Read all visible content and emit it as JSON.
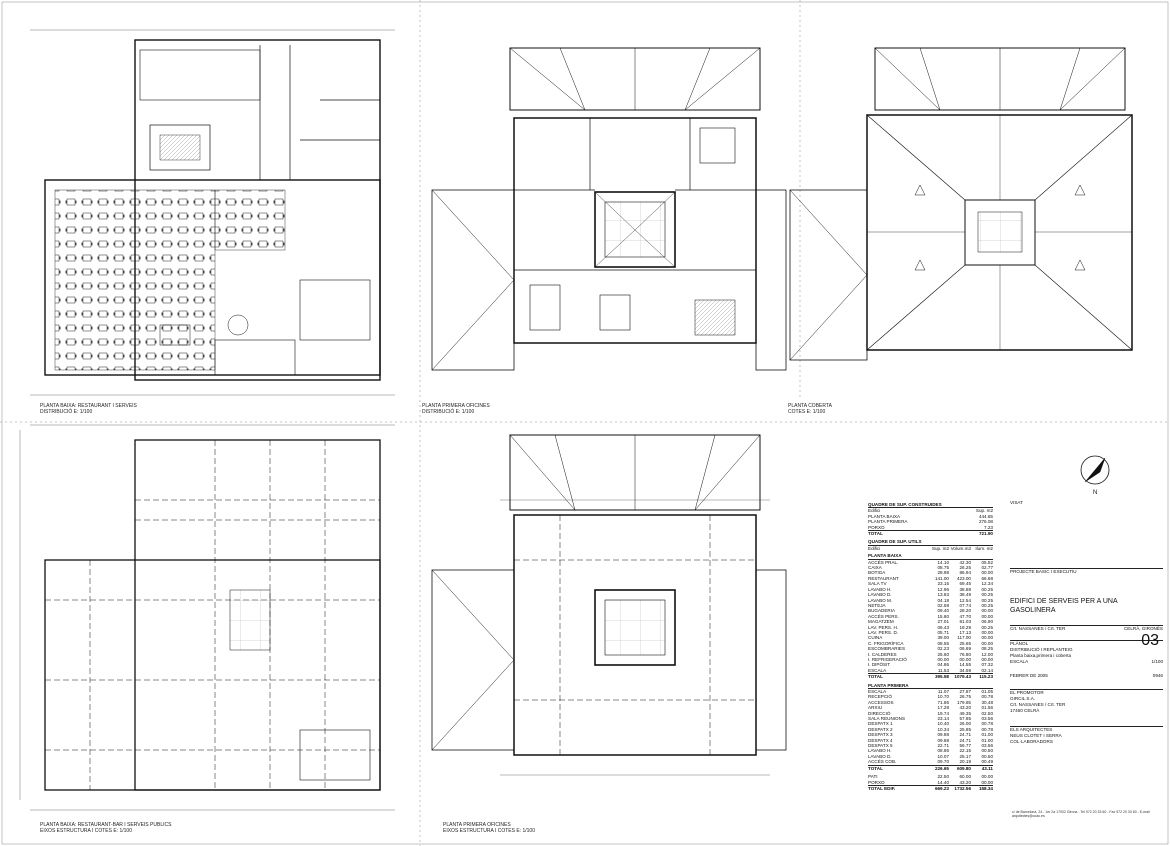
{
  "drawings": [
    {
      "title": "PLANTA BAIXA: RESTAURANT I SERVEIS",
      "subtitle": "DISTRIBUCIÓ E: 1/100"
    },
    {
      "title": "PLANTA PRIMERA OFICINES",
      "subtitle": "DISTRIBUCIÓ E: 1/100"
    },
    {
      "title": "PLANTA COBERTA",
      "subtitle": "COTES E: 1/100"
    },
    {
      "title": "PLANTA BAIXA: RESTAURANT-BAR I SERVEIS PUBLICS",
      "subtitle": "EIXOS ESTRUCTURA I COTES E: 1/100"
    },
    {
      "title": "PLANTA PRIMERA OFICINES",
      "subtitle": "EIXOS ESTRUCTURA I COTES E: 1/100"
    }
  ],
  "schedule": {
    "built_header": "QUADRE DE SUP. CONSTRUIDES",
    "built_cols": [
      "Edifici",
      "Sup. m2"
    ],
    "built_rows": [
      {
        "name": "PLANTA BAIXA",
        "v": "444.65"
      },
      {
        "name": "PLANTA PRIMERA",
        "v": "276.08"
      },
      {
        "name": "PORXO",
        "v": "7.23"
      }
    ],
    "built_total": {
      "name": "TOTAL",
      "v": "721.90"
    },
    "useful_header": "QUADRE DE SUP. UTILS",
    "useful_cols": [
      "Edifici",
      "Sup. m2",
      "Volum.m3",
      "Ilum. m2"
    ],
    "ground_header": "PLANTA BAIXA",
    "ground_rows": [
      [
        "ACCÉS PRAL.",
        "14.10",
        "42.30",
        "05.52"
      ],
      [
        "CAIXA",
        "08.75",
        "26.25",
        "02.77"
      ],
      [
        "BOTIGA",
        "28.98",
        "86.94",
        "00.00"
      ],
      [
        "RESTAURANT",
        "141.00",
        "423.00",
        "66.68"
      ],
      [
        "SALA TV",
        "23.15",
        "69.45",
        "12.34"
      ],
      [
        "LAVABO H.",
        "12.96",
        "38.88",
        "00.25"
      ],
      [
        "LAVABO D.",
        "13.83",
        "38.49",
        "00.25"
      ],
      [
        "LAVABO M.",
        "04.18",
        "12.54",
        "00.25"
      ],
      [
        "NETEJA",
        "02.58",
        "07.74",
        "00.25"
      ],
      [
        "BUGADERIA",
        "09.40",
        "28.20",
        "00.00"
      ],
      [
        "ACCÉS PERS.",
        "15.80",
        "47.70",
        "00.00"
      ],
      [
        "MAGATZEM",
        "27.01",
        "81.03",
        "06.90"
      ],
      [
        "LAV. PERS. H.",
        "06.43",
        "19.29",
        "00.25"
      ],
      [
        "LAV. PERS. D.",
        "05.71",
        "17.13",
        "00.00"
      ],
      [
        "CUINA",
        "39.00",
        "117.00",
        "00.00"
      ],
      [
        "C. FRIGORÍFICA",
        "08.55",
        "25.65",
        "00.00"
      ],
      [
        "ESCOMBRARIES",
        "02.23",
        "06.69",
        "08.25"
      ],
      [
        "I. CALDERES",
        "25.60",
        "76.80",
        "12.00"
      ],
      [
        "I. REFRIGERACIÓ",
        "00.00",
        "00.00",
        "00.00"
      ],
      [
        "I. DIPÒSIT",
        "04.86",
        "14.55",
        "07.32"
      ],
      [
        "ESCALA",
        "11.53",
        "34.59",
        "02.14"
      ]
    ],
    "ground_total": [
      "TOTAL",
      "395.58",
      "1079.43",
      "115.23"
    ],
    "first_header": "PLANTA PRIMERA",
    "first_rows": [
      [
        "ESCALA",
        "11.07",
        "27.87",
        "01.05"
      ],
      [
        "RECEPCIÓ",
        "10.70",
        "26.75",
        "00.78"
      ],
      [
        "ACCESSOS",
        "71.86",
        "179.65",
        "30.48"
      ],
      [
        "ARXIU",
        "17.28",
        "43.20",
        "01.56"
      ],
      [
        "DIRECCIÓ",
        "19.74",
        "49.35",
        "02.50"
      ],
      [
        "SALA REUNIONS",
        "23.14",
        "57.85",
        "03.56"
      ],
      [
        "DESPATX 1",
        "10.40",
        "26.00",
        "00.78"
      ],
      [
        "DESPATX 2",
        "10.34",
        "25.85",
        "00.78"
      ],
      [
        "DESPATX 3",
        "09.88",
        "24.71",
        "01.00"
      ],
      [
        "DESPATX 4",
        "09.88",
        "24.71",
        "01.00"
      ],
      [
        "DESPATX 5",
        "22.71",
        "56.77",
        "03.56"
      ],
      [
        "LAVABO H.",
        "08.86",
        "22.15",
        "00.50"
      ],
      [
        "LAVABO D.",
        "10.07",
        "25.17",
        "00.50"
      ],
      [
        "ACCÉS COB.",
        "09.70",
        "20.19",
        "00.49"
      ]
    ],
    "first_total": [
      "TOTAL",
      "226.65",
      "609.80",
      "43.11"
    ],
    "extra_rows": [
      [
        "PATI",
        "22.50",
        "60.00",
        "00.00"
      ],
      [
        "PORXO",
        "14.40",
        "43.20",
        "00.00"
      ]
    ],
    "grand_total": [
      "TOTAL EDIF.",
      "669.23",
      "1732.56",
      "158.34"
    ]
  },
  "titleblock": {
    "visat": "VISAT",
    "project_type": "PROJECTE BASIC I EXECUTIU",
    "project_title": "EDIFICI DE SERVEIS PER A UNA GASOLINERA",
    "address": "Crt. NASSANES / Crt. TER",
    "location": "CELRÀ, GIRONÈS",
    "plan_label": "PLÀNOL",
    "plan_name": "DISTRIBUCIÓ I REPLANTEIG",
    "plan_desc": "Planta baixa,primera i coberta",
    "plan_number": "03",
    "scale_label": "ESCALA",
    "scale_value": "1/100",
    "date": "FEBRER DE 2005",
    "ref": "0946",
    "promoter_label": "EL PROMOTOR",
    "promoter_name": "GIRCIL S.A.",
    "promoter_addr1": "Crt. NASSANES / Crt. TER",
    "promoter_addr2": "17460 CELRÀ",
    "architects_label": "ELS ARQUITECTES",
    "architects_names": "NEUS CLOTET I SERRA",
    "architects_collab": "COL·LABORADORS",
    "footer": "c/ de Barcelona, 24 - 1er 2a 17002 Girona - Tel 972 20 33 60 - Fax 972 20 33 60 - E-mail arquitectes@coac.es"
  }
}
